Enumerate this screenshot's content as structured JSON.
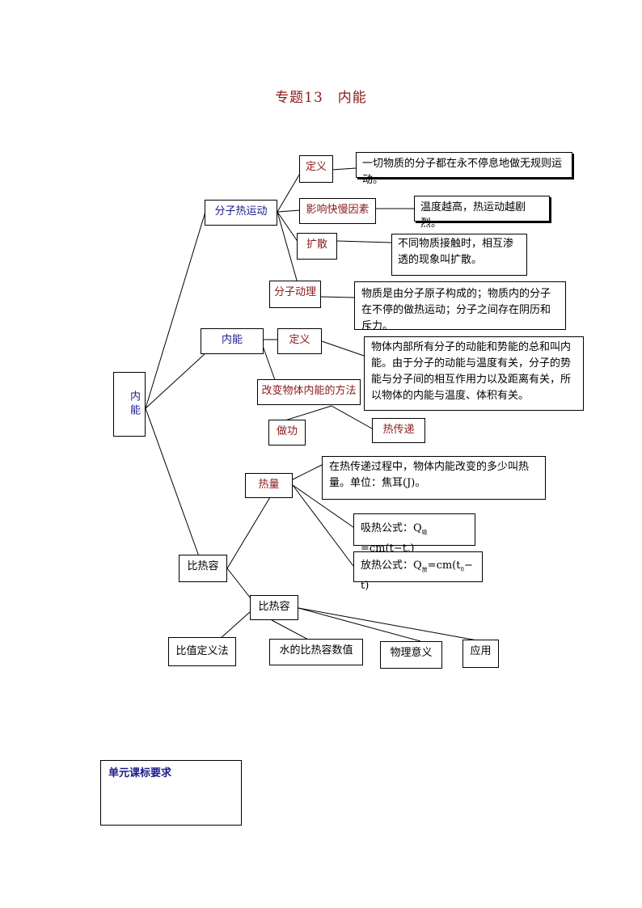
{
  "title": "专题13　内能",
  "root": "内能",
  "branches": {
    "molecular_motion": {
      "label": "分子热运动",
      "definition_label": "定义",
      "definition_text": "一切物质的分子都在永不停息地做无规则运动。",
      "factor_label": "影响快慢因素",
      "factor_text": "温度越高，热运动越剧烈。",
      "diffusion_label": "扩散",
      "diffusion_text": "不同物质接触时，相互渗透的现象叫扩散。",
      "theory_label": "分子动理",
      "theory_text": "物质是由分子原子构成的；物质内的分子在不停的做热运动；分子之间存在阴历和斥力。"
    },
    "internal_energy": {
      "label": "内能",
      "definition_label": "定义",
      "definition_text": "物体内部所有分子的动能和势能的总和叫内能。由于分子的动能与温度有关，分子的势能与分子间的相互作用力以及距离有关，所以物体的内能与温度、体积有关。",
      "change_label": "改变物体内能的方法",
      "work_label": "做功",
      "transfer_label": "热传递"
    },
    "specific_heat": {
      "label": "比热容",
      "heat_label": "热量",
      "heat_text": "在热传递过程中，物体内能改变的多少叫热量。单位：焦耳(J)。",
      "absorb_prefix": "吸热公式：Q",
      "absorb_sub": "吸",
      "absorb_mid": "=cm(t−t",
      "absorb_sub2": "0",
      "absorb_end": ")",
      "release_prefix": "放热公式：Q",
      "release_sub": "放",
      "release_mid": "=cm(t",
      "release_sub2": "0",
      "release_end": "− t)",
      "shc_label": "比热容",
      "ratio_label": "比值定义法",
      "water_label": "水的比热容数值",
      "meaning_label": "物理意义",
      "app_label": "应用"
    }
  },
  "requirements_label": "单元课标要求"
}
